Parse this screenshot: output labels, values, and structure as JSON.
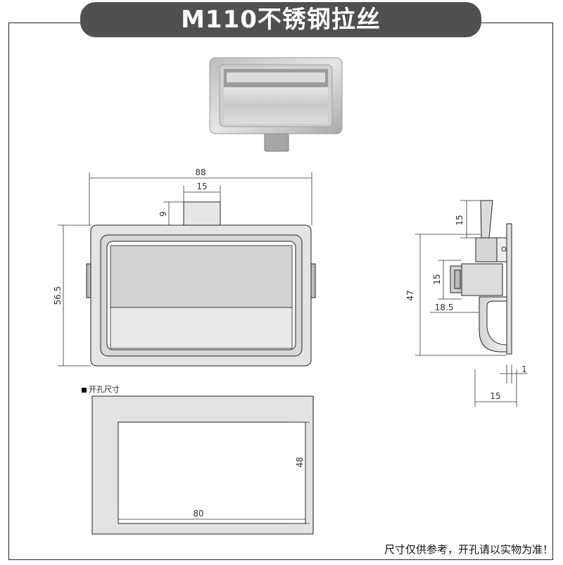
{
  "title": "M110不锈钢拉丝",
  "dimensions": {
    "width": "88",
    "tab_width": "15",
    "tab_height": "9",
    "height": "56.5",
    "side_top": "15",
    "side_mid": "15",
    "side_depth": "18.5",
    "side_total": "47",
    "side_bottom_thickness": "1",
    "side_bottom_width": "15",
    "cutout_width": "80",
    "cutout_height": "48"
  },
  "cutout_section_label": "开孔尺寸",
  "footer_note": "尺寸仅供参考，开孔请以实物为准！"
}
